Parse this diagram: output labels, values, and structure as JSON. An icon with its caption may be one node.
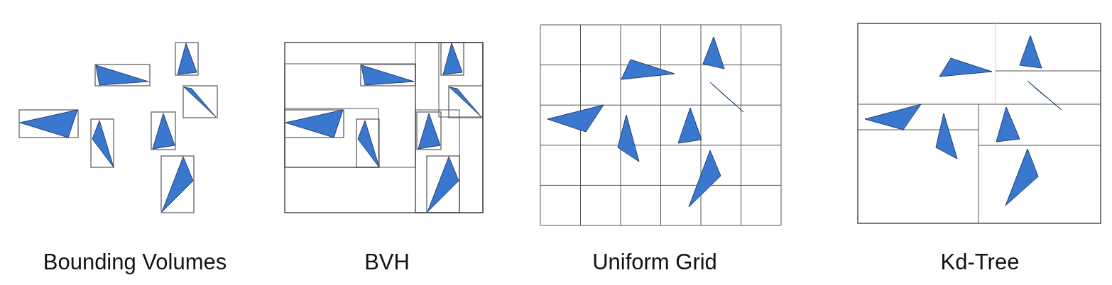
{
  "diagram": {
    "labels": [
      "Bounding Volumes",
      "BVH",
      "Uniform Grid",
      "Kd-Tree"
    ]
  }
}
